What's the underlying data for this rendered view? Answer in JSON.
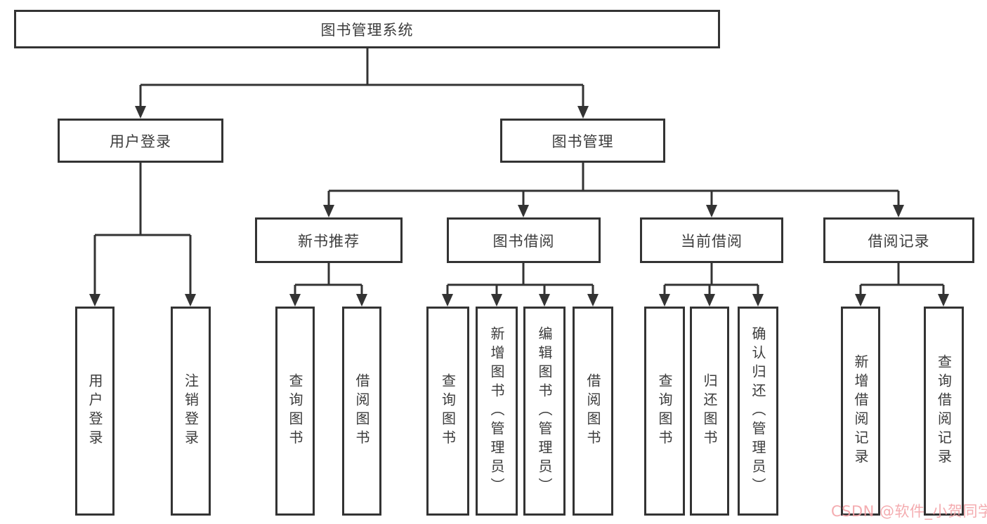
{
  "diagram": {
    "root": {
      "label": "图书管理系统"
    },
    "level1": [
      {
        "label": "用户登录"
      },
      {
        "label": "图书管理"
      }
    ],
    "level2": [
      {
        "label": "新书推荐"
      },
      {
        "label": "图书借阅"
      },
      {
        "label": "当前借阅"
      },
      {
        "label": "借阅记录"
      }
    ],
    "level3": [
      {
        "label": "用户登录"
      },
      {
        "label": "注销登录"
      },
      {
        "label": "查询图书"
      },
      {
        "label": "借阅图书"
      },
      {
        "label": "查询图书"
      },
      {
        "label": "新增图书（管理员）"
      },
      {
        "label": "编辑图书（管理员）"
      },
      {
        "label": "借阅图书"
      },
      {
        "label": "查询图书"
      },
      {
        "label": "归还图书"
      },
      {
        "label": "确认归还（管理员）"
      },
      {
        "label": "新增借阅记录"
      },
      {
        "label": "查询借阅记录"
      }
    ],
    "watermark": "CSDN @软件_小贺同学",
    "colors": {
      "line": "#333333",
      "border": "#333333",
      "text": "#3c3c3c",
      "watermark": "#f2a0a5",
      "background": "#ffffff"
    }
  }
}
